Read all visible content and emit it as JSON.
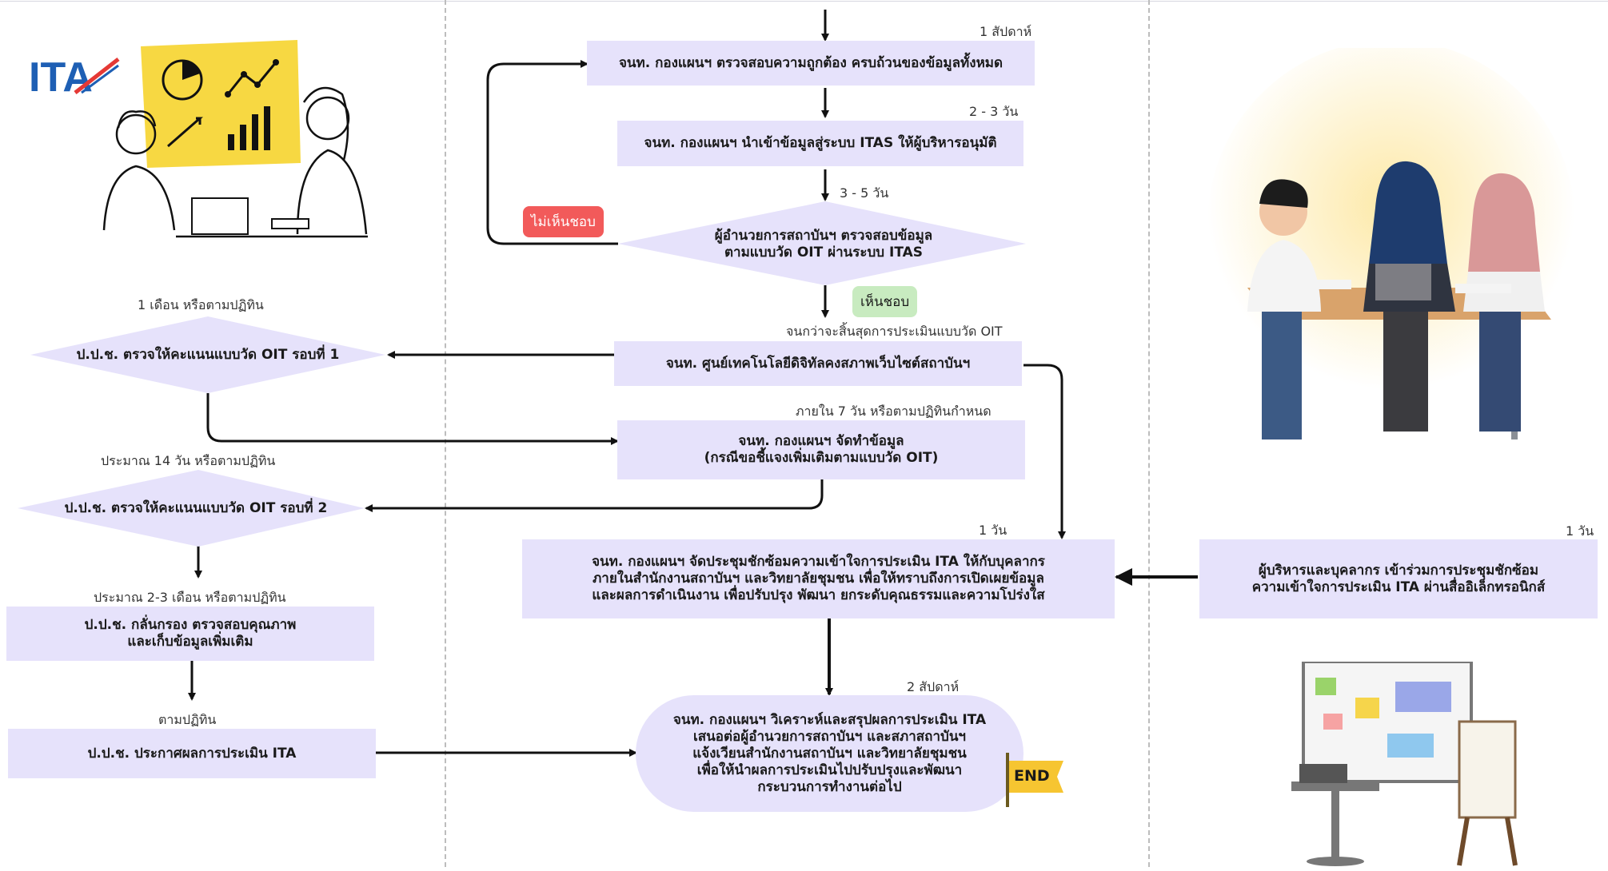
{
  "logo_text": "ITA",
  "center_column": {
    "time_1": "1 สัปดาห์",
    "step_check": "จนท. กองแผนฯ ตรวจสอบความถูกต้อง ครบถ้วนของข้อมูลทั้งหมด",
    "time_2": "2 - 3 วัน",
    "step_import": "จนท. กองแผนฯ นำเข้าข้อมูลสู่ระบบ ITAS ให้ผู้บริหารอนุมัติ",
    "time_3": "3 - 5 วัน",
    "decision_line1": "ผู้อำนวยการสถาบันฯ ตรวจสอบข้อมูล",
    "decision_line2": "ตามแบบวัด OIT ผ่านระบบ ITAS",
    "reject_label": "ไม่เห็นชอบ",
    "approve_label": "เห็นชอบ",
    "time_4": "จนกว่าจะสิ้นสุดการประเมินแบบวัด OIT",
    "step_web": "จนท. ศูนย์เทคโนโลยีดิจิทัลคงสภาพเว็บไซต์สถาบันฯ",
    "time_5": "ภายใน 7 วัน หรือตามปฏิทินกำหนด",
    "step_prepare_line1": "จนท. กองแผนฯ จัดทำข้อมูล",
    "step_prepare_line2": "(กรณีขอชี้แจงเพิ่มเติมตามแบบวัด OIT)",
    "time_6": "1 วัน",
    "step_meeting_line1": "จนท. กองแผนฯ จัดประชุมชักซ้อมความเข้าใจการประเมิน ITA ให้กับบุคลากร",
    "step_meeting_line2": "ภายในสำนักงานสถาบันฯ และวิทยาลัยชุมชน เพื่อให้ทราบถึงการเปิดเผยข้อมูล",
    "step_meeting_line3": "และผลการดำเนินงาน เพื่อปรับปรุง พัฒนา ยกระดับคุณธรรมและความโปร่งใส",
    "time_7": "2 สัปดาห์",
    "step_final_line1": "จนท. กองแผนฯ วิเคราะห์และสรุปผลการประเมิน ITA",
    "step_final_line2": "เสนอต่อผู้อำนวยการสถาบันฯ และสภาสถาบันฯ",
    "step_final_line3": "แจ้งเวียนสำนักงานสถาบันฯ และวิทยาลัยชุมชน",
    "step_final_line4": "เพื่อให้นำผลการประเมินไปปรับปรุงและพัฒนา",
    "step_final_line5": "กระบวนการทำงานต่อไป",
    "end_label": "END"
  },
  "left_column": {
    "time_1": "1 เดือน หรือตามปฏิทิน",
    "round1": "ป.ป.ช. ตรวจให้คะแนนแบบวัด OIT รอบที่ 1",
    "time_2": "ประมาณ 14 วัน หรือตามปฏิทิน",
    "round2": "ป.ป.ช. ตรวจให้คะแนนแบบวัด OIT รอบที่ 2",
    "time_3": "ประมาณ 2-3 เดือน หรือตามปฏิทิน",
    "screen_line1": "ป.ป.ช. กลั่นกรอง ตรวจสอบคุณภาพ",
    "screen_line2": "และเก็บข้อมูลเพิ่มเติม",
    "time_4": "ตามปฏิทิน",
    "announce": "ป.ป.ช. ประกาศผลการประเมิน ITA"
  },
  "right_column": {
    "time_1": "1 วัน",
    "attend_line1": "ผู้บริหารและบุคลากร เข้าร่วมการประชุมชักซ้อม",
    "attend_line2": "ความเข้าใจการประเมิน ITA ผ่านสื่ออิเล็กทรอนิกส์"
  },
  "colors": {
    "box_fill": "#e6e2fb",
    "reject_fill": "#f25a5a",
    "approve_fill": "#c8ebc0",
    "arrow": "#111111",
    "logo_blue": "#1e5fb4",
    "chart_yellow": "#f7d842",
    "end_flag": "#f6c531"
  }
}
